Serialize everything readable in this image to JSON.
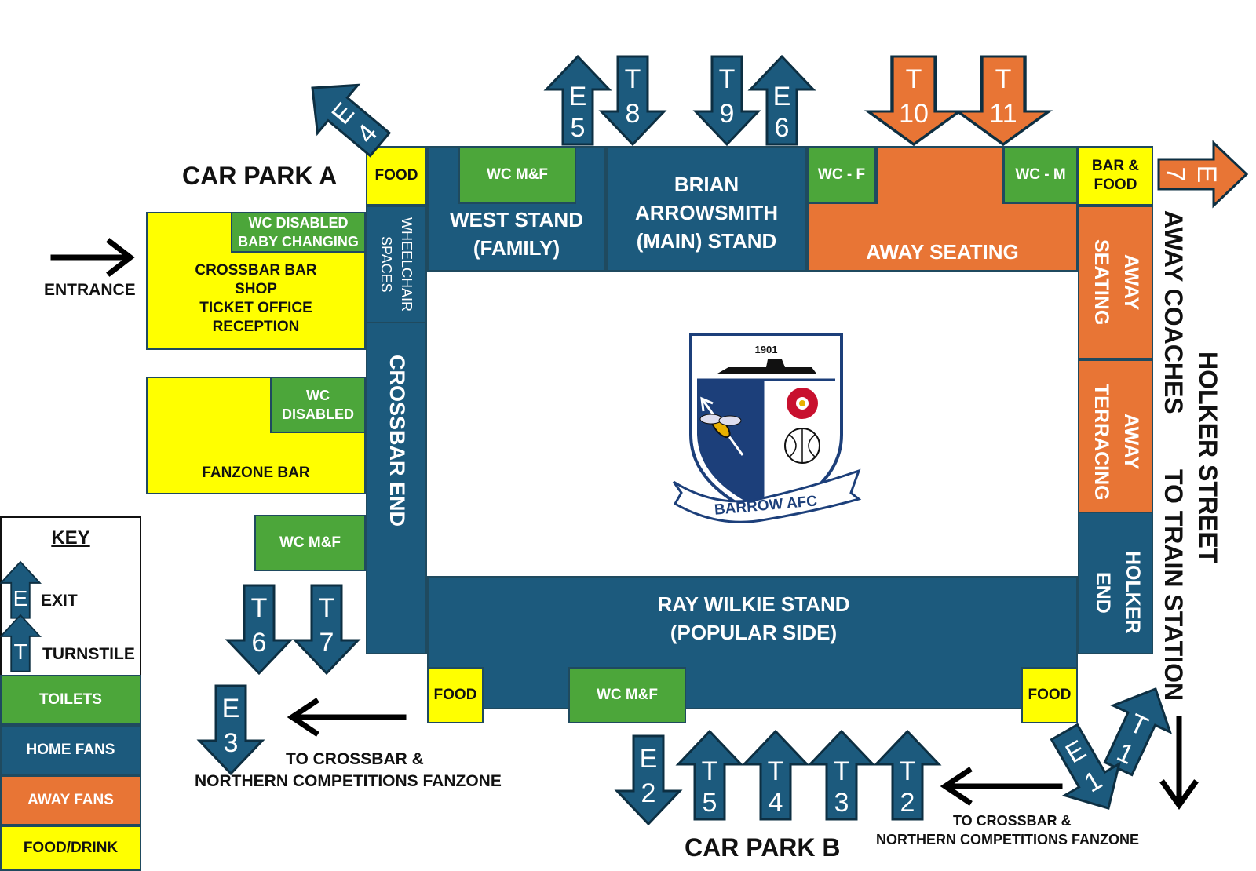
{
  "colors": {
    "home": "#1c5a7d",
    "away": "#e87535",
    "toilets": "#4ca63a",
    "food": "#ffff00"
  },
  "map": {
    "car_park_a": "CAR PARK A",
    "car_park_b": "CAR PARK B",
    "entrance": "ENTRANCE",
    "food": "FOOD",
    "bar_food": "BAR & FOOD",
    "west_stand": "WEST STAND (FAMILY)",
    "main_stand": "BRIAN ARROWSMITH (MAIN) STAND",
    "away_seating": "AWAY SEATING",
    "away_seating_side": "AWAY SEATING",
    "away_terracing": "AWAY TERRACING",
    "holker_end": "HOLKER END",
    "crossbar_end": "CROSSBAR END",
    "ray_wilkie": "RAY WILKIE STAND (POPULAR SIDE)",
    "wheelchair": "WHEELCHAIR SPACES",
    "wc_mf": "WC M&F",
    "wc_f": "WC - F",
    "wc_m": "WC - M",
    "wc_disabled_baby": "WC DISABLED BABY CHANGING",
    "wc_disabled": "WC DISABLED",
    "crossbar_bar": "CROSSBAR BAR",
    "shop": "SHOP",
    "ticket_office": "TICKET OFFICE",
    "reception": "RECEPTION",
    "fanzone_bar": "FANZONE BAR",
    "to_crossbar_l1": "TO CROSSBAR &",
    "to_crossbar_l2": "NORTHERN COMPETITIONS FANZONE",
    "to_crossbar2_l1": "TO CROSSBAR &",
    "to_crossbar2_l2": "NORTHERN COMPETITIONS FANZONE",
    "holker_street": "HOLKER STREET",
    "away_coaches": "AWAY COACHES",
    "to_train": "TO TRAIN STATION",
    "crest_year": "1901",
    "crest_name": "BARROW AFC"
  },
  "key": {
    "title": "KEY",
    "exit": "EXIT",
    "turnstile": "TURNSTILE",
    "exit_letter": "E",
    "turnstile_letter": "T",
    "toilets": "TOILETS",
    "home": "HOME FANS",
    "away": "AWAY FANS",
    "food": "FOOD/DRINK"
  },
  "arrows": [
    {
      "letter": "E",
      "num": "5",
      "color": "home"
    },
    {
      "letter": "T",
      "num": "8",
      "color": "home"
    },
    {
      "letter": "T",
      "num": "9",
      "color": "home"
    },
    {
      "letter": "E",
      "num": "6",
      "color": "home"
    },
    {
      "letter": "T",
      "num": "10",
      "color": "away"
    },
    {
      "letter": "T",
      "num": "11",
      "color": "away"
    },
    {
      "letter": "E",
      "num": "4",
      "color": "home"
    },
    {
      "letter": "E",
      "num": "7",
      "color": "away"
    },
    {
      "letter": "T",
      "num": "6",
      "color": "home"
    },
    {
      "letter": "T",
      "num": "7",
      "color": "home"
    },
    {
      "letter": "E",
      "num": "3",
      "color": "home"
    },
    {
      "letter": "E",
      "num": "2",
      "color": "home"
    },
    {
      "letter": "T",
      "num": "5",
      "color": "home"
    },
    {
      "letter": "T",
      "num": "4",
      "color": "home"
    },
    {
      "letter": "T",
      "num": "3",
      "color": "home"
    },
    {
      "letter": "T",
      "num": "2",
      "color": "home"
    },
    {
      "letter": "T",
      "num": "1",
      "color": "home"
    },
    {
      "letter": "E",
      "num": "1",
      "color": "home"
    }
  ]
}
